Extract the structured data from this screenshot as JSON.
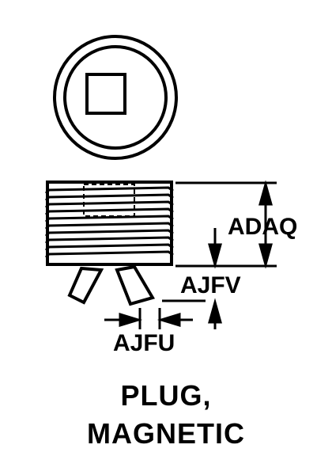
{
  "diagram": {
    "part_title_line1": "PLUG,",
    "part_title_line2": "MAGNETIC",
    "dimensions": {
      "overall_height": "ADAQ",
      "pole_extension": "AJFV",
      "pole_gap": "AJFU"
    },
    "line_color": "#000000",
    "background_color": "#ffffff"
  }
}
